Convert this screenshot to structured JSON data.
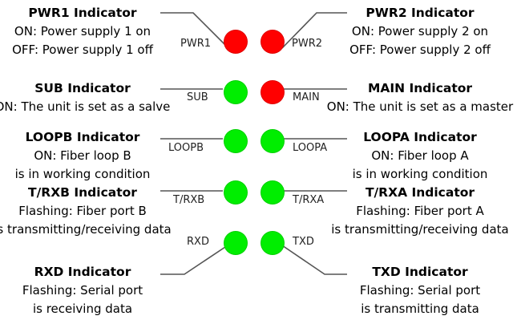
{
  "colors": {
    "led_on_red": "#ff0000",
    "led_on_green": "#00ee00",
    "line": "#555555"
  },
  "indicators": {
    "pwr1": {
      "led_label": "PWR1",
      "led_color": "red",
      "title": "PWR1 Indicator",
      "lines": [
        "ON: Power supply 1 on",
        "OFF: Power supply 1 off"
      ]
    },
    "pwr2": {
      "led_label": "PWR2",
      "led_color": "red",
      "title": "PWR2 Indicator",
      "lines": [
        "ON: Power supply 2 on",
        "OFF: Power supply 2 off"
      ]
    },
    "sub": {
      "led_label": "SUB",
      "led_color": "green",
      "title": "SUB Indicator",
      "lines": [
        "ON: The unit is set as a salve"
      ]
    },
    "main": {
      "led_label": "MAIN",
      "led_color": "red",
      "title": "MAIN Indicator",
      "lines": [
        "ON: The unit is set as a master"
      ]
    },
    "loopb": {
      "led_label": "LOOPB",
      "led_color": "green",
      "title": "LOOPB Indicator",
      "lines": [
        "ON: Fiber loop B",
        "is in working condition"
      ]
    },
    "loopa": {
      "led_label": "LOOPA",
      "led_color": "green",
      "title": "LOOPA Indicator",
      "lines": [
        "ON: Fiber loop A",
        "is in working condition"
      ]
    },
    "trxb": {
      "led_label": "T/RXB",
      "led_color": "green",
      "title": "T/RXB Indicator",
      "lines": [
        "Flashing: Fiber port B",
        "is transmitting/receiving data"
      ]
    },
    "trxa": {
      "led_label": "T/RXA",
      "led_color": "green",
      "title": "T/RXA Indicator",
      "lines": [
        "Flashing: Fiber port A",
        "is transmitting/receiving data"
      ]
    },
    "rxd": {
      "led_label": "RXD",
      "led_color": "green",
      "title": "RXD Indicator",
      "lines": [
        "Flashing: Serial port",
        "is receiving data"
      ]
    },
    "txd": {
      "led_label": "TXD",
      "led_color": "green",
      "title": "TXD Indicator",
      "lines": [
        "Flashing: Serial port",
        "is transmitting data"
      ]
    }
  }
}
